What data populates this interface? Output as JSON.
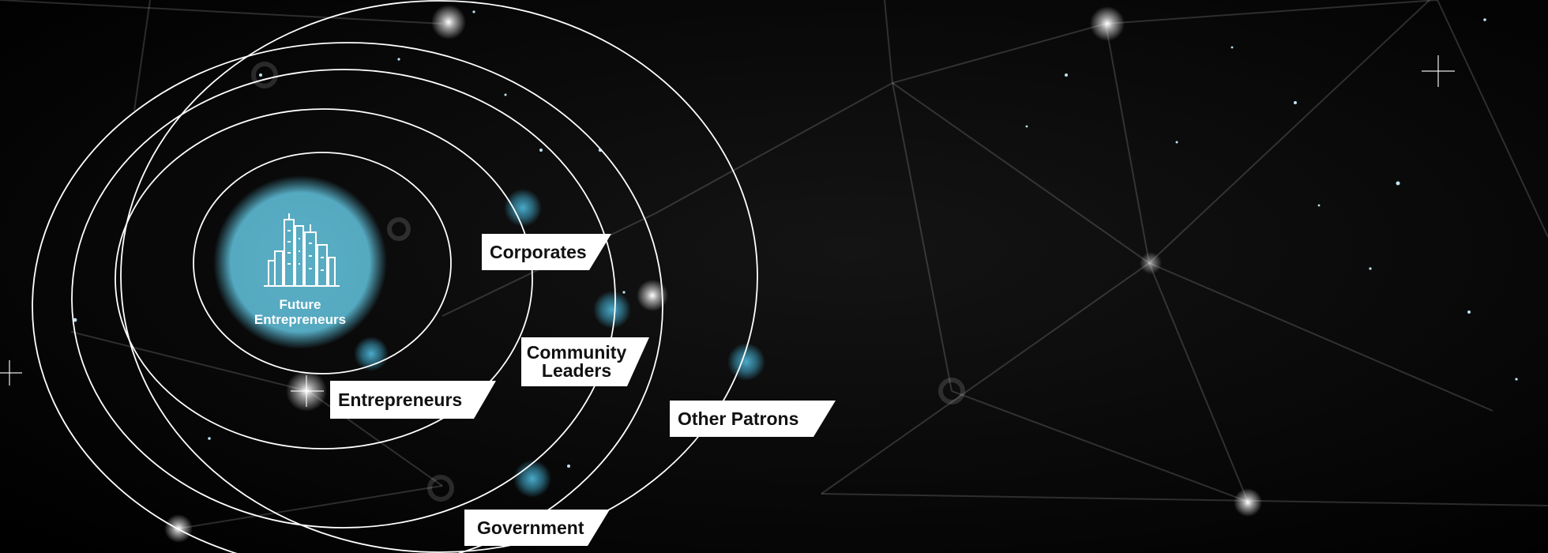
{
  "diagram": {
    "center": {
      "icon": "city-skyline-icon",
      "label_line1": "Future",
      "label_line2": "Entrepreneurs",
      "color": "#5aaec4"
    },
    "rings": [
      {
        "label": "Entrepreneurs"
      },
      {
        "label": "Corporates"
      },
      {
        "label_line1": "Community",
        "label_line2": "Leaders"
      },
      {
        "label": "Other Patrons"
      },
      {
        "label": "Government"
      }
    ],
    "colors": {
      "background": "#000000",
      "ring_stroke": "#ffffff",
      "accent_dots": "#3fa5c6",
      "tag_fill": "#ffffff",
      "tag_text": "#111111"
    }
  }
}
